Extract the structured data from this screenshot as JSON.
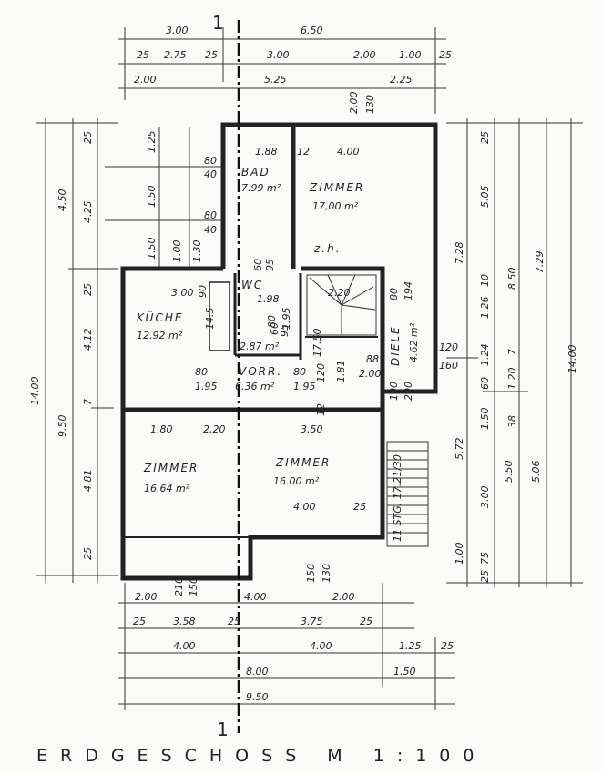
{
  "title": "ERDGESCHOSS  M 1:100",
  "section_mark": "1",
  "rooms": {
    "bad": {
      "name": "BAD",
      "area": "7.99 m²"
    },
    "zimmer_ne": {
      "name": "ZIMMER",
      "area": "17,00 m²"
    },
    "kueche": {
      "name": "KÜCHE",
      "area": "12.92 m²"
    },
    "wc": {
      "name": "WC",
      "area": "2.87 m²"
    },
    "vorr": {
      "name": "VORR.",
      "area": "6.36 m²"
    },
    "diele": {
      "name": "DIELE",
      "area": "4.62 m²"
    },
    "zimmer_sw": {
      "name": "ZIMMER",
      "area": "16.64 m²"
    },
    "zimmer_se": {
      "name": "ZIMMER",
      "area": "16.00 m²"
    }
  },
  "stair_label": "11 STG. 17.21/30",
  "heating_note": "z.h.",
  "dims": {
    "top": [
      "3.00",
      "6.50",
      "25",
      "2.75",
      "25",
      "3.00",
      "2.00",
      "1.00",
      "25",
      "2.00",
      "5.25",
      "2.25",
      "2.00",
      "130"
    ],
    "left": [
      "4.50",
      "14.00",
      "9.50",
      "25",
      "4.25",
      "25",
      "4.12",
      "7",
      "4.81",
      "25",
      "1.25",
      "1.50",
      "1.50",
      "1.00",
      "1.30"
    ],
    "right": [
      "25",
      "5.05",
      "7.28",
      "10",
      "8.50",
      "1.26",
      "7.29",
      "1.24",
      "120",
      "160",
      "7",
      "60",
      "1.20",
      "14.00",
      "1.50",
      "38",
      "5.72",
      "5.50",
      "5.06",
      "3.00",
      "1.00",
      "75",
      "25"
    ],
    "bottom": [
      "2.00",
      "210",
      "150",
      "4.00",
      "2.00",
      "150",
      "130",
      "25",
      "3.58",
      "25",
      "3.75",
      "25",
      "4.00",
      "4.00",
      "1.25",
      "25",
      "8.00",
      "1.50",
      "9.50"
    ],
    "interior": [
      "1.88",
      "12",
      "4.00",
      "80",
      "40",
      "80",
      "40",
      "3.00",
      "90",
      "1.98",
      "14.5",
      "80",
      "1.95",
      "2.20",
      "80",
      "194",
      "80",
      "1.95",
      "80",
      "1.95",
      "120",
      "17.50",
      "1.81",
      "88",
      "2.00",
      "100",
      "200",
      "1.80",
      "2.20",
      "3.50",
      "12",
      "4.00",
      "25",
      "60",
      "95",
      "60",
      "95"
    ]
  }
}
